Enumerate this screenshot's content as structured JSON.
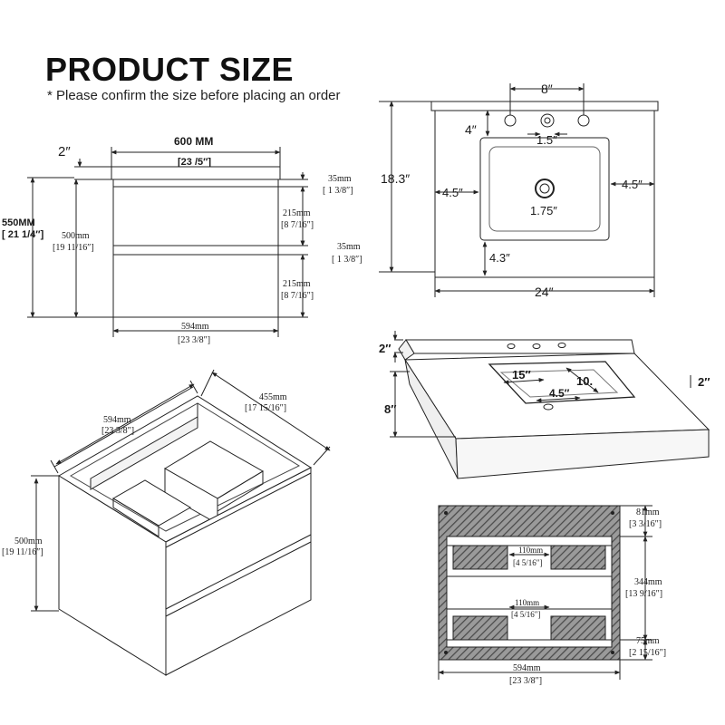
{
  "header": {
    "title": "PRODUCT SIZE",
    "subtitle": "* Please confirm the size before placing an order"
  },
  "front_view": {
    "top_gap": "2″",
    "width_mm": "600 MM",
    "width_in": "[23 /5″]",
    "total_height_mm": "550MM",
    "total_height_in": "[ 21 1/4″]",
    "body_height_mm": "500mm",
    "body_height_in": "[19 11/16″]",
    "gap1_mm": "35mm",
    "gap1_in": "[ 1 3/8″]",
    "drawer1_mm": "215mm",
    "drawer1_in": "[8 7/16″]",
    "gap2_mm": "35mm",
    "gap2_in": "[ 1 3/8″]",
    "drawer2_mm": "215mm",
    "drawer2_in": "[8 7/16″]",
    "bottom_width_mm": "594mm",
    "bottom_width_in": "[23 3/8″]"
  },
  "top_view": {
    "faucet_spacing": "8″",
    "backsplash_to_hole": "4″",
    "hole_to_bowl": "1.5″",
    "left_margin": "4.5″",
    "right_margin": "4.5″",
    "drain": "1.75″",
    "bottom_margin": "4.3″",
    "depth": "18.3″",
    "width": "24″"
  },
  "perspective_top": {
    "backsplash": "2″",
    "apron": "8″",
    "thickness": "2″",
    "bowl_length": "15″",
    "bowl_width": "10.",
    "bowl_depth": "4.5″"
  },
  "cabinet_iso": {
    "width_mm": "594mm",
    "width_in": "[23 3/8″]",
    "depth_mm": "455mm",
    "depth_in": "[17 15/16″]",
    "height_mm": "500mm",
    "height_in": "[19 11/16″]"
  },
  "back_view": {
    "top_mm": "81mm",
    "top_in": "[3 3/16″]",
    "slot1_mm": "110mm",
    "slot1_in": "[4 5/16″]",
    "middle_mm": "344mm",
    "middle_in": "[13 9/16″]",
    "slot2_mm": "110mm",
    "slot2_in": "[4 5/16″]",
    "bottom_mm": "75mm",
    "bottom_in": "[2 15/16″]",
    "width_mm": "594mm",
    "width_in": "[23 3/8″]"
  }
}
